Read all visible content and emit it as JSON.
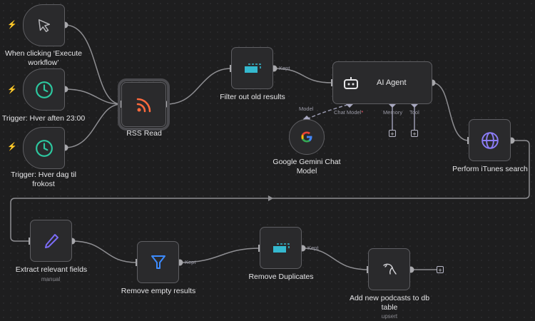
{
  "colors": {
    "background": "#1e1e1f",
    "node": "#2a2a2c",
    "trigger_bolt": "#ff5a4a",
    "clock": "#2dc8a0",
    "rss": "#ff6a3d",
    "remove_dup": "#35b9cf",
    "filter": "#3d8bff",
    "pencil": "#7b6cf6",
    "globe": "#8b7cf6"
  },
  "nodes": {
    "manual_trigger": {
      "label": "When clicking ‘Execute workflow’",
      "icon": "cursor-icon"
    },
    "trigger_evening": {
      "label": "Trigger: Hver aften 23:00",
      "icon": "clock-icon"
    },
    "trigger_lunch": {
      "label": "Trigger: Hver dag til frokost",
      "icon": "clock-icon"
    },
    "rss_read": {
      "label": "RSS Read",
      "icon": "rss-icon"
    },
    "filter_old": {
      "label": "Filter out old results",
      "output": "Kept",
      "icon": "remove-duplicates-icon"
    },
    "ai_agent": {
      "label": "AI Agent",
      "icon": "robot-icon",
      "ports": {
        "chat_model": "Chat Model",
        "required_mark": "*",
        "memory": "Memory",
        "tool": "Tool"
      }
    },
    "gemini": {
      "label": "Google Gemini Chat Model",
      "port": "Model",
      "icon": "google-icon"
    },
    "itunes": {
      "label": "Perform iTunes search",
      "icon": "globe-icon"
    },
    "extract": {
      "label": "Extract relevant fields",
      "subtitle": "manual",
      "icon": "pencil-icon"
    },
    "remove_empty": {
      "label": "Remove empty results",
      "output": "Kept",
      "icon": "filter-icon"
    },
    "remove_dups": {
      "label": "Remove Duplicates",
      "output": "Kept",
      "icon": "remove-duplicates-icon"
    },
    "add_podcasts": {
      "label": "Add new podcasts to db table",
      "subtitle": "upsert",
      "icon": "mysql-icon"
    }
  },
  "add_symbol": "+",
  "bolt_symbol": "⚡"
}
